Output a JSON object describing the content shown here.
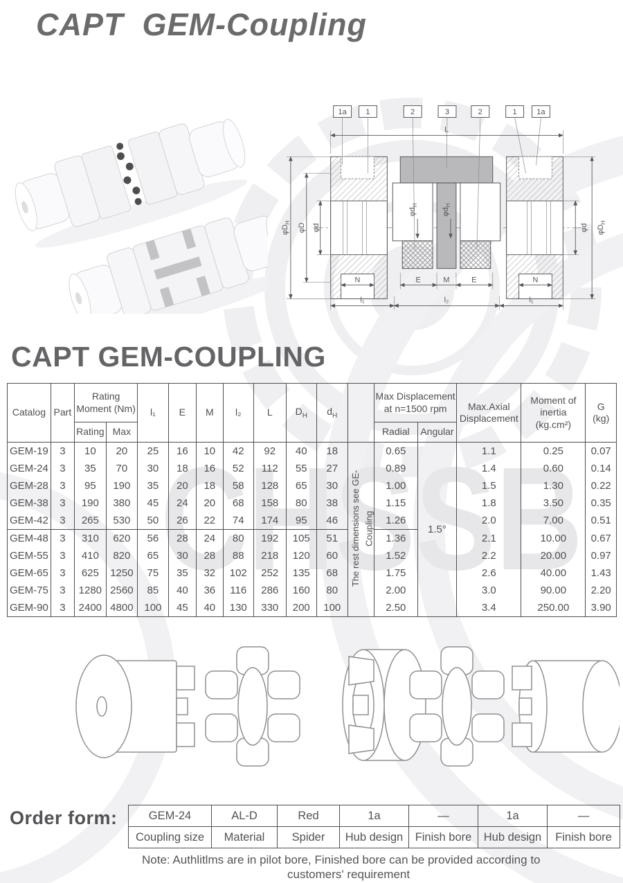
{
  "title": "CAPT  GEM-Coupling",
  "section_heading": "CAPT GEM-COUPLING",
  "watermark_letters": "CHSSB",
  "diagram": {
    "callouts": [
      "1a",
      "1",
      "2",
      "3",
      "2",
      "1",
      "1a"
    ],
    "dim_length": "L",
    "dims_mid": [
      "N",
      "E",
      "M",
      "E",
      "N"
    ],
    "dims_low": [
      "l₁",
      "l₂",
      "l₁"
    ],
    "labels": {
      "left_dh": {
        "m": "φD",
        "s": "H"
      },
      "left_d": "φD",
      "left_ds": "φd",
      "mid_dh1": {
        "m": "φd",
        "s": "H"
      },
      "mid_dh2": {
        "m": "φd",
        "s": "H"
      },
      "right_ds": "φd",
      "right_dh": {
        "m": "φD",
        "s": "H"
      }
    }
  },
  "table": {
    "header": {
      "catalog": "Catalog",
      "part": "Part",
      "rating_group": "Rating Moment (Nm)",
      "rating": "Rating",
      "max": "Max",
      "i1": "l₁",
      "e": "E",
      "m": "M",
      "i2": "l₂",
      "l": "L",
      "dh": {
        "m": "D",
        "s": "H"
      },
      "ds": {
        "m": "d",
        "s": "H"
      },
      "maxdisp_group": "Max Displacement at n=1500 rpm",
      "radial": "Radial",
      "angular": "Angular",
      "axial": "Max.Axial Displacement",
      "inertia": "Moment of inertia (kg.cm²)",
      "g1": "G",
      "g2": "(kg)"
    },
    "note_vertical": "The rest dimensions see GE-Coupling",
    "angular_value": "1.5°",
    "rows": [
      [
        "GEM-19",
        "3",
        "10",
        "20",
        "25",
        "16",
        "10",
        "42",
        "92",
        "40",
        "18",
        "0.65",
        "1.1",
        "0.25",
        "0.07"
      ],
      [
        "GEM-24",
        "3",
        "35",
        "70",
        "30",
        "18",
        "16",
        "52",
        "112",
        "55",
        "27",
        "0.89",
        "1.4",
        "0.60",
        "0.14"
      ],
      [
        "GEM-28",
        "3",
        "95",
        "190",
        "35",
        "20",
        "18",
        "58",
        "128",
        "65",
        "30",
        "1.00",
        "1.5",
        "1.30",
        "0.22"
      ],
      [
        "GEM-38",
        "3",
        "190",
        "380",
        "45",
        "24",
        "20",
        "68",
        "158",
        "80",
        "38",
        "1.15",
        "1.8",
        "3.50",
        "0.35"
      ],
      [
        "GEM-42",
        "3",
        "265",
        "530",
        "50",
        "26",
        "22",
        "74",
        "174",
        "95",
        "46",
        "1.26",
        "2.0",
        "7.00",
        "0.51"
      ],
      [
        "GEM-48",
        "3",
        "310",
        "620",
        "56",
        "28",
        "24",
        "80",
        "192",
        "105",
        "51",
        "1.36",
        "2.1",
        "10.00",
        "0.67"
      ],
      [
        "GEM-55",
        "3",
        "410",
        "820",
        "65",
        "30",
        "28",
        "88",
        "218",
        "120",
        "60",
        "1.52",
        "2.2",
        "20.00",
        "0.97"
      ],
      [
        "GEM-65",
        "3",
        "625",
        "1250",
        "75",
        "35",
        "32",
        "102",
        "252",
        "135",
        "68",
        "1.75",
        "2.6",
        "40.00",
        "1.43"
      ],
      [
        "GEM-75",
        "3",
        "1280",
        "2560",
        "85",
        "40",
        "36",
        "116",
        "286",
        "160",
        "80",
        "2.00",
        "3.0",
        "90.00",
        "2.20"
      ],
      [
        "GEM-90",
        "3",
        "2400",
        "4800",
        "100",
        "45",
        "40",
        "130",
        "330",
        "200",
        "100",
        "2.50",
        "3.4",
        "250.00",
        "3.90"
      ]
    ]
  },
  "order_form": {
    "label": "Order form:",
    "values": [
      "GEM-24",
      "AL-D",
      "Red",
      "1a",
      "—",
      "1a",
      "—"
    ],
    "fields": [
      "Coupling size",
      "Material",
      "Spider",
      "Hub design",
      "Finish bore",
      "Hub design",
      "Finish bore"
    ]
  },
  "note_line1": "Note: Authlitlms are in pilot bore, Finished bore can be provided according to",
  "note_line2": "customers' requirement"
}
